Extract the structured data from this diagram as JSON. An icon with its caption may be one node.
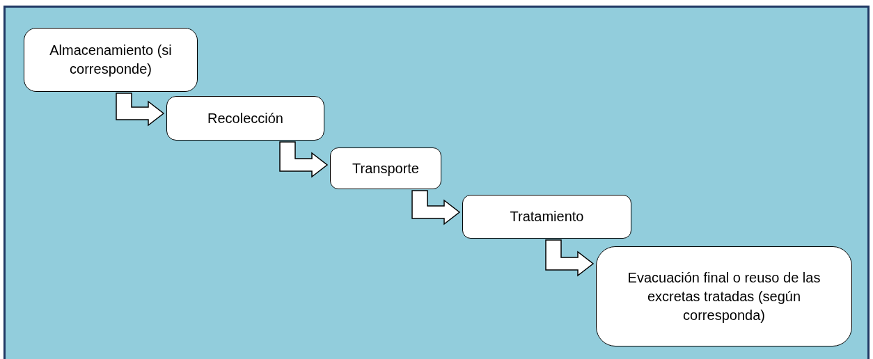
{
  "diagram": {
    "nodes": [
      {
        "text": [
          "Almacenamiento (si corresponde)"
        ]
      },
      {
        "text": [
          "Recolección"
        ]
      },
      {
        "text": [
          "Transporte"
        ]
      },
      {
        "text": [
          "Tratamiento"
        ]
      },
      {
        "text": [
          "Evacuación final o reuso de las excretas tratadas (según corresponda)"
        ]
      }
    ],
    "edges": [
      {
        "from": 0,
        "to": 1,
        "arrow": "to"
      },
      {
        "from": 1,
        "to": 2,
        "arrow": "to"
      },
      {
        "from": 2,
        "to": 3,
        "arrow": "to"
      },
      {
        "from": 3,
        "to": 4,
        "arrow": "to"
      }
    ]
  }
}
